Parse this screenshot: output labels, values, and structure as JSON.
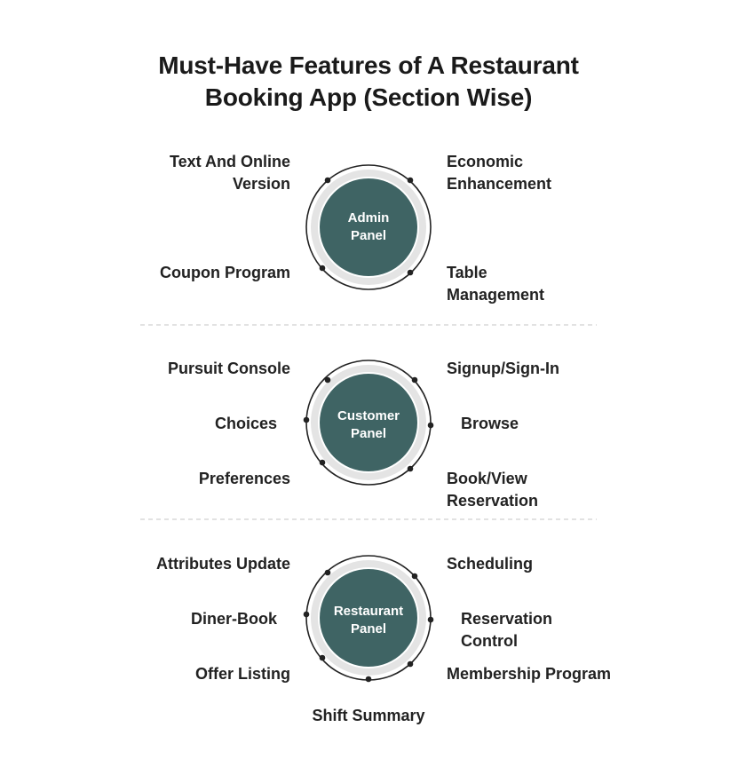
{
  "title": {
    "line1": "Must-Have Features of A Restaurant",
    "line2": "Booking App (Section Wise)"
  },
  "colors": {
    "node_fill": "#3f6464",
    "ring_light": "#e4e4e4",
    "ring_dark": "#222222",
    "divider": "#d8d8d8",
    "text": "#222222"
  },
  "sections": [
    {
      "name": "Admin\nPanel",
      "features_left": [
        "Text And Online\nVersion",
        "Coupon Program"
      ],
      "features_right": [
        "Economic\nEnhancement",
        "Table\nManagement"
      ]
    },
    {
      "name": "Customer\nPanel",
      "features_left": [
        "Pursuit Console",
        "Choices",
        "Preferences"
      ],
      "features_right": [
        "Signup/Sign-In",
        "Browse",
        "Book/View\nReservation"
      ]
    },
    {
      "name": "Restaurant\nPanel",
      "features_left": [
        "Attributes Update",
        "Diner-Book",
        "Offer Listing"
      ],
      "features_right": [
        "Scheduling",
        "Reservation\nControl",
        "Membership Program"
      ],
      "features_bottom": [
        "Shift Summary"
      ]
    }
  ]
}
